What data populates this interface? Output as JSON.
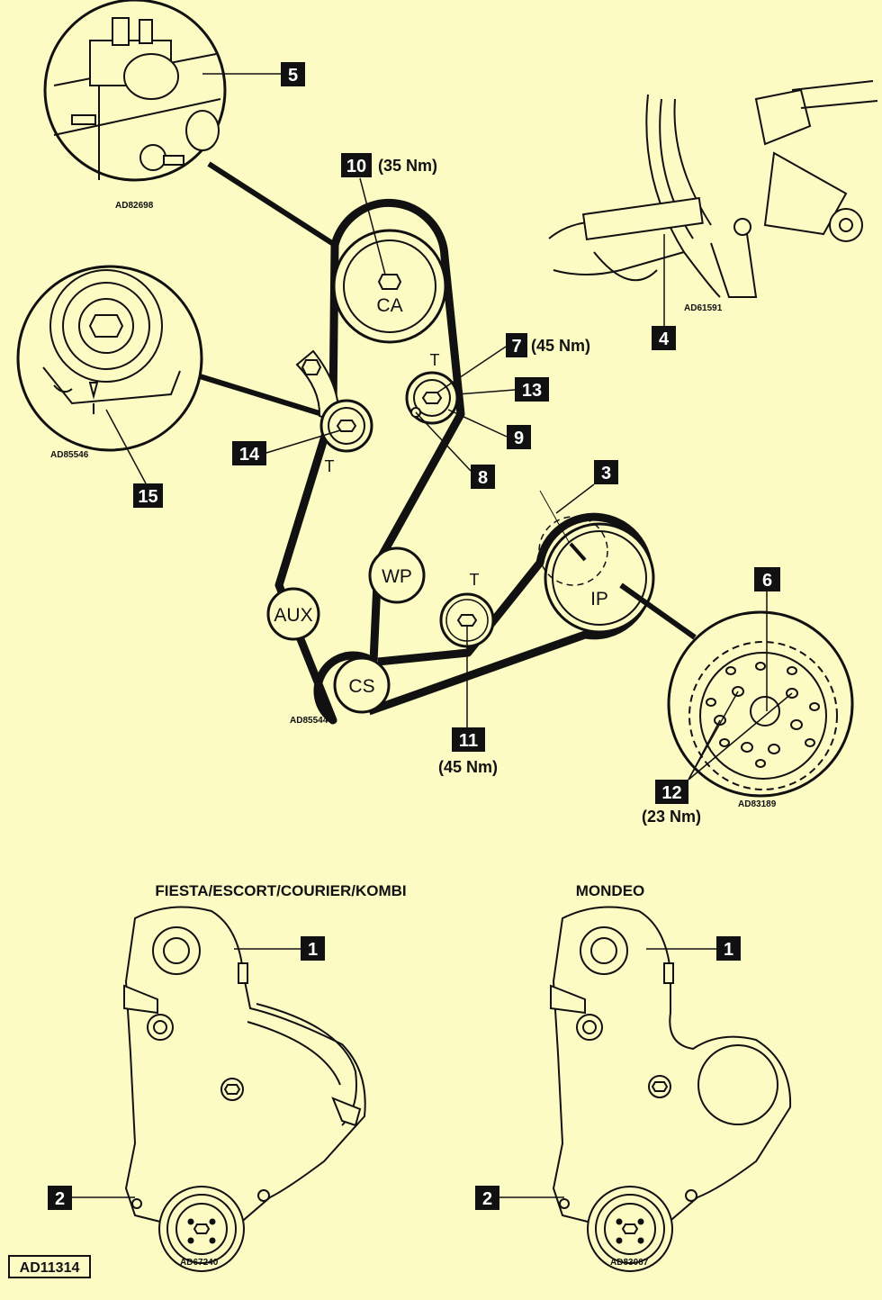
{
  "colors": {
    "background": "#fdfbc4",
    "ink": "#111111",
    "box": "#111111",
    "box_text": "#ffffff"
  },
  "callouts": {
    "c1a": "1",
    "c1b": "1",
    "c2a": "2",
    "c2b": "2",
    "c3": "3",
    "c4": "4",
    "c5": "5",
    "c6": "6",
    "c7": "7",
    "c8": "8",
    "c9": "9",
    "c10": "10",
    "c11": "11",
    "c12": "12",
    "c13": "13",
    "c14": "14",
    "c15": "15"
  },
  "torques": {
    "t10": "(35 Nm)",
    "t7": "(45 Nm)",
    "t11": "(45 Nm)",
    "t12": "(23 Nm)"
  },
  "pulleys": {
    "ca": "CA",
    "ip": "IP",
    "wp": "WP",
    "aux": "AUX",
    "cs": "CS",
    "t_upper": "T",
    "t_left": "T",
    "t_lower": "T"
  },
  "image_codes": {
    "top_left": "AD82698",
    "top_right": "AD61591",
    "left_detail": "AD85546",
    "belt_layout": "AD85544",
    "sprocket": "AD83189",
    "cover_left": "AD67240",
    "cover_right": "AD83067"
  },
  "headings": {
    "left": "FIESTA/ESCORT/COURIER/KOMBI",
    "right": "MONDEO"
  },
  "figure_code": "AD11314"
}
